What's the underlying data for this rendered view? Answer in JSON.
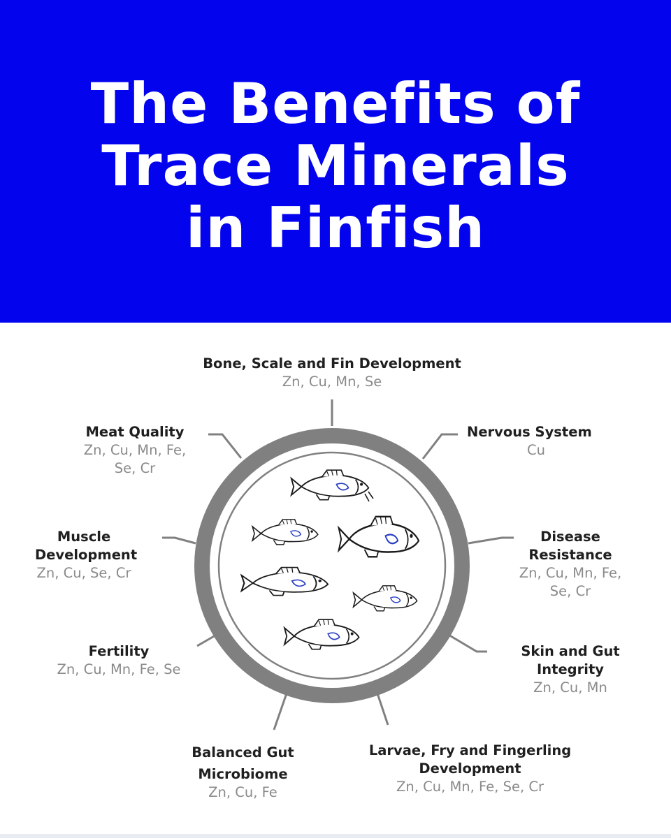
{
  "header": {
    "title_lines": [
      "The Benefits of",
      "Trace Minerals",
      "in Finfish"
    ],
    "background_color": "#0303ee"
  },
  "diagram": {
    "ring_color": "#808080",
    "fish_accent_color": "#2a3fc4",
    "benefits": [
      {
        "name": "Bone, Scale and Fin Development",
        "minerals": "Zn, Cu, Mn, Se"
      },
      {
        "name": "Nervous System",
        "minerals": "Cu"
      },
      {
        "name": "Disease Resistance",
        "minerals": "Zn, Cu, Mn, Fe, Se, Cr"
      },
      {
        "name": "Skin and Gut Integrity",
        "minerals": "Zn, Cu, Mn"
      },
      {
        "name": "Larvae, Fry and Fingerling Development",
        "minerals": "Zn, Cu, Mn, Fe, Se, Cr"
      },
      {
        "name": "Balanced Gut Microbiome",
        "minerals": "Zn, Cu, Fe"
      },
      {
        "name": "Fertility",
        "minerals": "Zn, Cu, Mn, Fe, Se"
      },
      {
        "name": "Muscle Development",
        "minerals": "Zn, Cu, Se, Cr"
      },
      {
        "name": "Meat Quality",
        "minerals": "Zn, Cu, Mn, Fe, Se, Cr"
      }
    ]
  }
}
